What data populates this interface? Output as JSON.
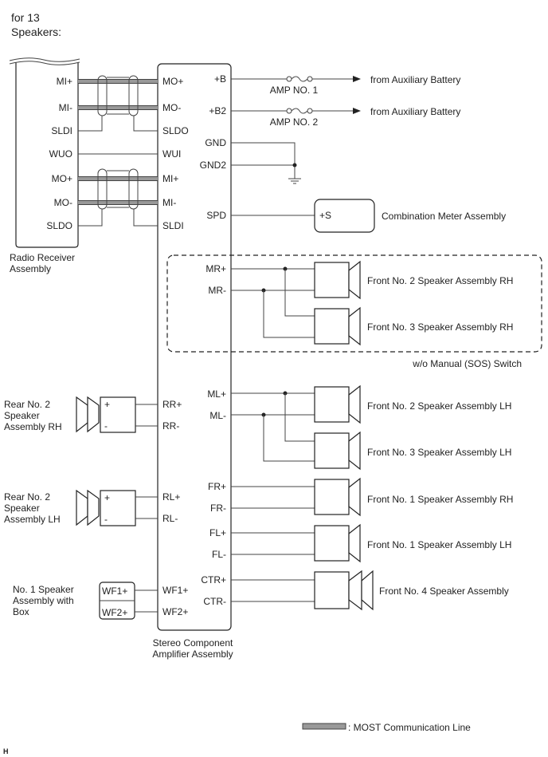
{
  "header": {
    "line1": "for 13",
    "line2": "Speakers:"
  },
  "radio_receiver": {
    "name_line1": "Radio Receiver",
    "name_line2": "Assembly",
    "pins": [
      "MI+",
      "MI-",
      "SLDI",
      "WUO",
      "MO+",
      "MO-",
      "SLDO"
    ]
  },
  "amplifier": {
    "name_line1": "Stereo Component",
    "name_line2": "Amplifier Assembly",
    "left_pins": [
      "MO+",
      "MO-",
      "SLDO",
      "WUI",
      "MI+",
      "MI-",
      "SLDI",
      "RR+",
      "RR-",
      "RL+",
      "RL-",
      "WF1+",
      "WF2+"
    ],
    "right_pins": [
      "+B",
      "+B2",
      "GND",
      "GND2",
      "SPD",
      "MR+",
      "MR-",
      "ML+",
      "ML-",
      "FR+",
      "FR-",
      "FL+",
      "FL-",
      "CTR+",
      "CTR-"
    ]
  },
  "fuses": {
    "amp1": "AMP NO. 1",
    "amp2": "AMP NO. 2",
    "source1": "from Auxiliary Battery",
    "source2": "from Auxiliary Battery"
  },
  "combination_meter": {
    "pin": "+S",
    "name": "Combination Meter Assembly"
  },
  "group_note": "w/o Manual (SOS) Switch",
  "right_speakers": [
    "Front No. 2 Speaker Assembly RH",
    "Front No. 3 Speaker Assembly RH",
    "Front No. 2 Speaker Assembly LH",
    "Front No. 3 Speaker Assembly LH",
    "Front No. 1 Speaker Assembly RH",
    "Front No. 1 Speaker Assembly LH",
    "Front No. 4 Speaker Assembly"
  ],
  "rear_rh": {
    "line1": "Rear No. 2",
    "line2": "Speaker",
    "line3": "Assembly RH",
    "plus": "+",
    "minus": "-"
  },
  "rear_lh": {
    "line1": "Rear No. 2",
    "line2": "Speaker",
    "line3": "Assembly LH",
    "plus": "+",
    "minus": "-"
  },
  "woofer": {
    "line1": "No. 1 Speaker",
    "line2": "Assembly with",
    "line3": "Box",
    "pin1": "WF1+",
    "pin2": "WF2+"
  },
  "legend": {
    "label": ": MOST Communication Line",
    "color": "#999999"
  },
  "corner_code": "H"
}
